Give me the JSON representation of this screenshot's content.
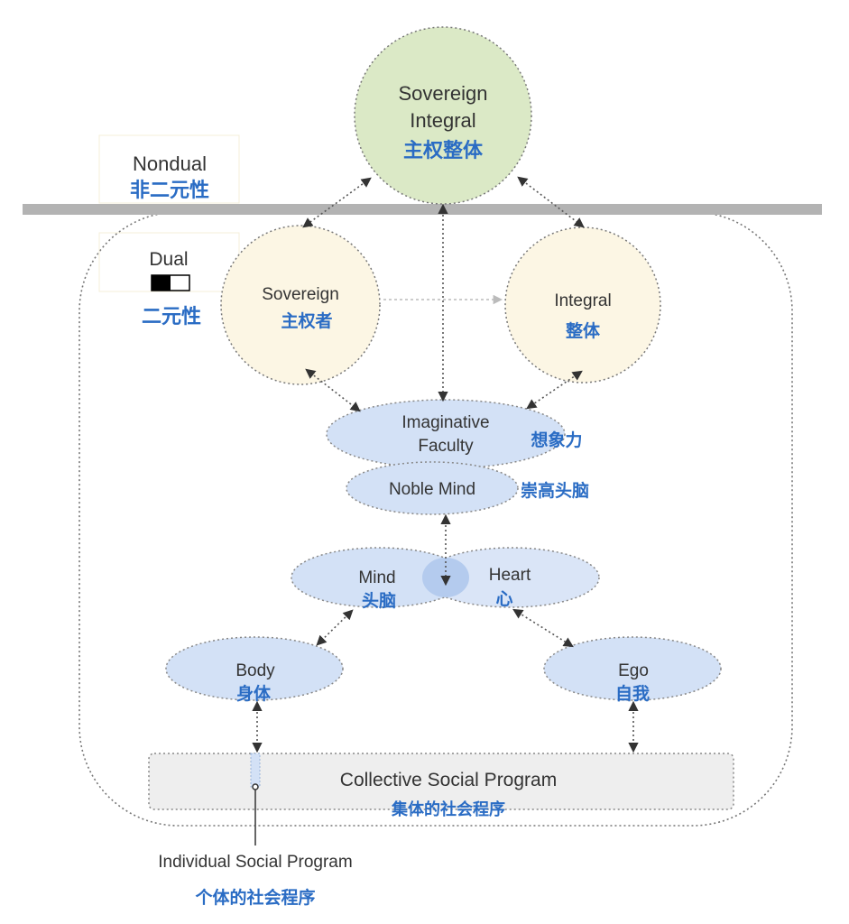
{
  "nondual": {
    "en": "Nondual",
    "zh": "非二元性"
  },
  "dual": {
    "en": "Dual",
    "zh": "二元性"
  },
  "sovereign_integral": {
    "line1": "Sovereign",
    "line2": "Integral",
    "zh": "主权整体"
  },
  "sovereign": {
    "en": "Sovereign",
    "zh": "主权者"
  },
  "integral": {
    "en": "Integral",
    "zh": "整体"
  },
  "imaginative_faculty": {
    "line1": "Imaginative",
    "line2": "Faculty",
    "zh": "想象力"
  },
  "noble_mind": {
    "en": "Noble Mind",
    "zh": "崇高头脑"
  },
  "mind": {
    "en": "Mind",
    "zh": "头脑"
  },
  "heart": {
    "en": "Heart",
    "zh": "心"
  },
  "body": {
    "en": "Body",
    "zh": "身体"
  },
  "ego": {
    "en": "Ego",
    "zh": "自我"
  },
  "collective_program": {
    "en": "Collective Social Program",
    "zh": "集体的社会程序"
  },
  "individual_program": {
    "en": "Individual Social Program",
    "zh": "个体的社会程序"
  },
  "colors": {
    "sovereign_integral_fill": "#dbe9c6",
    "dual_circle_fill": "#fcf6e4",
    "ellipse_fill": "#d3e1f6",
    "program_fill": "#eeeeee",
    "divider": "#b3b3b3",
    "chinese_text": "#2a6cc4"
  }
}
